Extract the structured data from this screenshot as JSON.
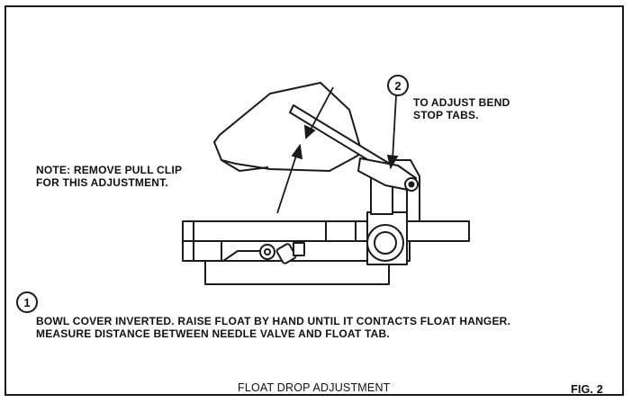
{
  "note": {
    "line1": "NOTE: REMOVE PULL CLIP",
    "line2": "FOR THIS ADJUSTMENT."
  },
  "callout2": {
    "number": "2",
    "line1": "TO ADJUST BEND",
    "line2": "STOP TABS."
  },
  "callout1": {
    "number": "1",
    "line1": "BOWL COVER INVERTED. RAISE FLOAT BY HAND UNTIL IT CONTACTS FLOAT HANGER.",
    "line2": "MEASURE DISTANCE BETWEEN NEEDLE VALVE AND FLOAT TAB."
  },
  "caption": "FLOAT DROP ADJUSTMENT",
  "figure_label": "FIG. 2"
}
